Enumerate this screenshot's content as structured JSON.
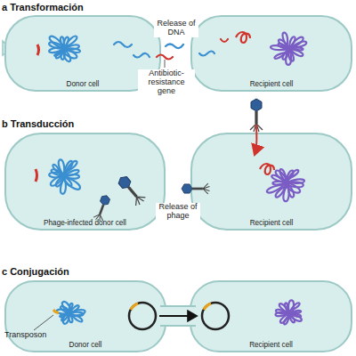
{
  "diagram": {
    "nodes": [
      {
        "text": [
          "Donor cell"
        ]
      },
      {
        "text": [
          "Recipient cell"
        ]
      },
      {
        "text": [
          "Phage-infected donor cell"
        ]
      },
      {
        "text": [
          "Recipient cell"
        ]
      },
      {
        "text": [
          "Donor cell"
        ]
      },
      {
        "text": [
          "Recipient cell"
        ]
      }
    ],
    "labels": [
      "a Transformación",
      "Release of DNA",
      "Antibiotic-resistance gene",
      "b Transducción",
      "Release of phage",
      "c Conjugación",
      "Transposon"
    ]
  }
}
